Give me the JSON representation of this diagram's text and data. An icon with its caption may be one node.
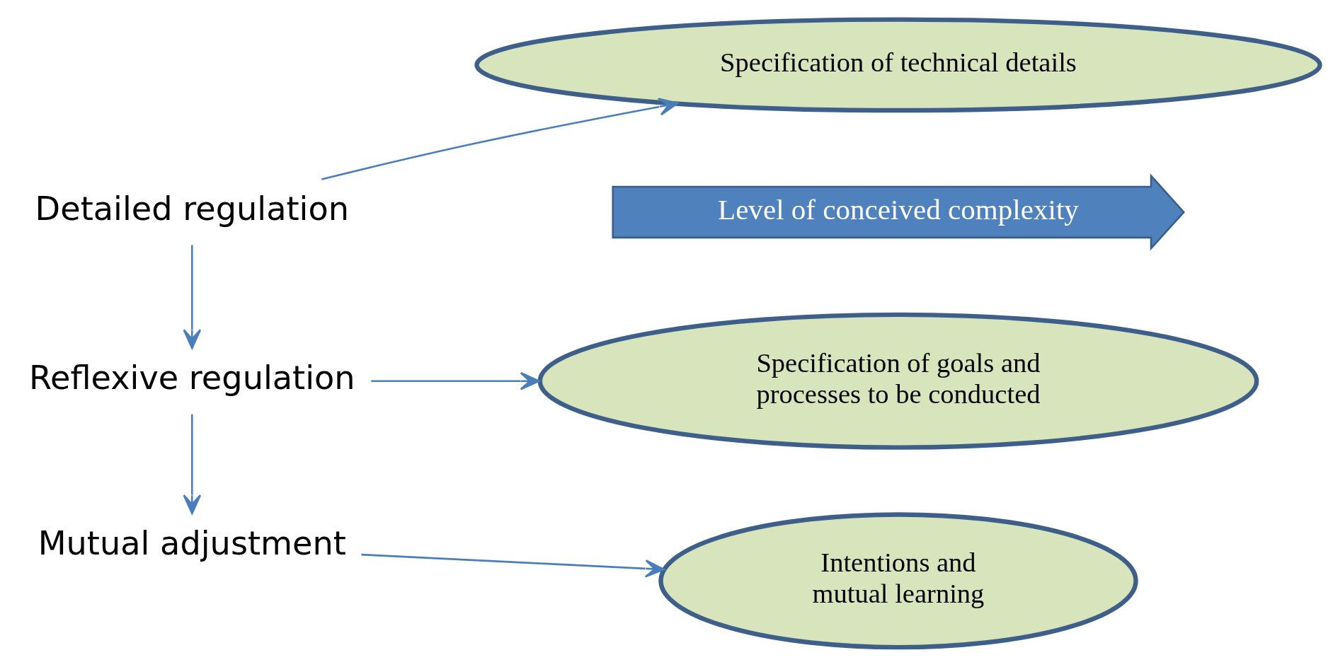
{
  "diagram": {
    "nodes": [
      {
        "text": [
          "Detailed regulation"
        ]
      },
      {
        "text": [
          "Specification of technical details"
        ]
      },
      {
        "text": [
          "Reflexive regulation"
        ]
      },
      {
        "text": [
          "Specification of goals and processes to be conducted"
        ]
      },
      {
        "text": [
          "Mutual adjustment"
        ]
      },
      {
        "text": [
          "Intentions and mutual learning"
        ]
      }
    ],
    "edges": [
      {
        "from": 0,
        "to": 1,
        "arrow": "to"
      },
      {
        "from": 0,
        "to": 2,
        "arrow": "to"
      },
      {
        "from": 2,
        "to": 3,
        "arrow": "to"
      },
      {
        "from": 2,
        "to": 4,
        "arrow": "to"
      },
      {
        "from": 4,
        "to": 5,
        "arrow": "to"
      }
    ],
    "labels": [
      "Level of conceived complexity"
    ]
  }
}
